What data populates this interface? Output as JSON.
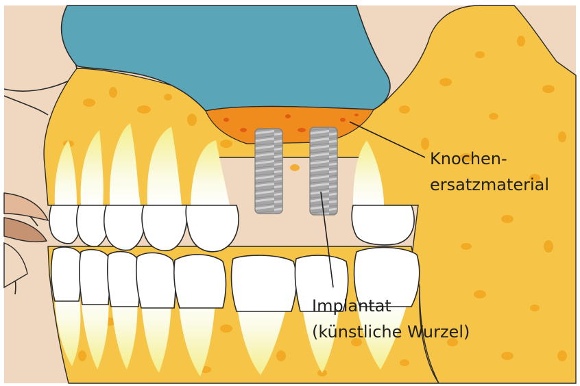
{
  "labels": {
    "bone_substitute_line1": "Knochen-",
    "bone_substitute_line2": "ersatzmaterial",
    "implant_line1": "Implantat",
    "implant_line2": "(künstliche Wurzel)"
  },
  "colors": {
    "background": "#ffffff",
    "skin": "#f0d8c0",
    "bone": "#f6c447",
    "bone_spots": "#f2a61e",
    "sinus": "#5aa5b7",
    "graft": "#f08b1e",
    "implant": "#a9a9a9",
    "tooth": "#ffffff",
    "root_glow": "#f3ef98",
    "outline": "#2a2a2a"
  }
}
